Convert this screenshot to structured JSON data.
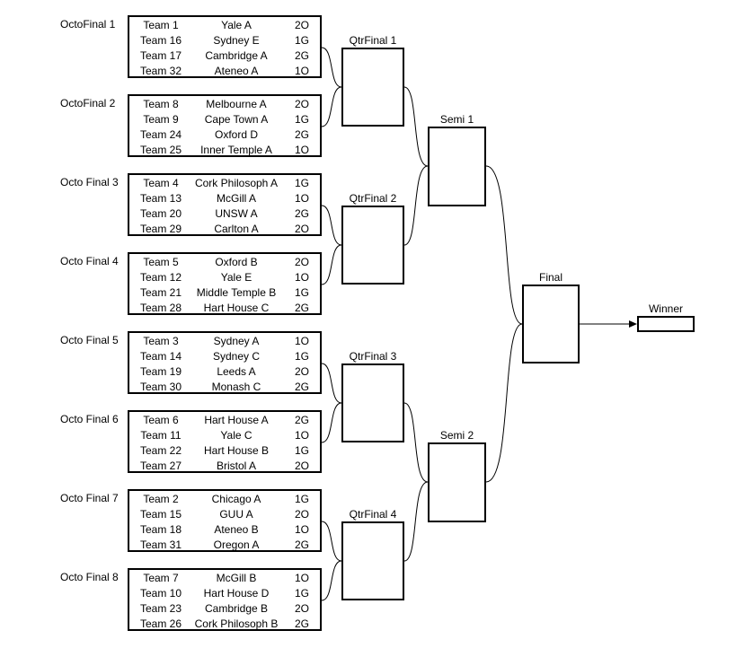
{
  "octofinals": [
    {
      "label": "OctoFinal 1",
      "rows": [
        {
          "team": "Team 1",
          "name": "Yale A",
          "pos": "2O"
        },
        {
          "team": "Team 16",
          "name": "Sydney E",
          "pos": "1G"
        },
        {
          "team": "Team 17",
          "name": "Cambridge A",
          "pos": "2G"
        },
        {
          "team": "Team 32",
          "name": "Ateneo A",
          "pos": "1O"
        }
      ]
    },
    {
      "label": "OctoFinal 2",
      "rows": [
        {
          "team": "Team 8",
          "name": "Melbourne A",
          "pos": "2O"
        },
        {
          "team": "Team 9",
          "name": "Cape Town A",
          "pos": "1G"
        },
        {
          "team": "Team 24",
          "name": "Oxford D",
          "pos": "2G"
        },
        {
          "team": "Team 25",
          "name": "Inner Temple A",
          "pos": "1O"
        }
      ]
    },
    {
      "label": "Octo Final 3",
      "rows": [
        {
          "team": "Team 4",
          "name": "Cork Philosoph A",
          "pos": "1G"
        },
        {
          "team": "Team 13",
          "name": "McGill A",
          "pos": "1O"
        },
        {
          "team": "Team 20",
          "name": "UNSW A",
          "pos": "2G"
        },
        {
          "team": "Team 29",
          "name": "Carlton A",
          "pos": "2O"
        }
      ]
    },
    {
      "label": "Octo Final 4",
      "rows": [
        {
          "team": "Team 5",
          "name": "Oxford B",
          "pos": "2O"
        },
        {
          "team": "Team 12",
          "name": "Yale E",
          "pos": "1O"
        },
        {
          "team": "Team 21",
          "name": "Middle Temple B",
          "pos": "1G"
        },
        {
          "team": "Team 28",
          "name": "Hart House C",
          "pos": "2G"
        }
      ]
    },
    {
      "label": "Octo Final 5",
      "rows": [
        {
          "team": "Team 3",
          "name": "Sydney A",
          "pos": "1O"
        },
        {
          "team": "Team 14",
          "name": "Sydney C",
          "pos": "1G"
        },
        {
          "team": "Team 19",
          "name": "Leeds A",
          "pos": "2O"
        },
        {
          "team": "Team 30",
          "name": "Monash C",
          "pos": "2G"
        }
      ]
    },
    {
      "label": "Octo Final 6",
      "rows": [
        {
          "team": "Team 6",
          "name": "Hart House A",
          "pos": "2G"
        },
        {
          "team": "Team 11",
          "name": "Yale C",
          "pos": "1O"
        },
        {
          "team": "Team 22",
          "name": "Hart House B",
          "pos": "1G"
        },
        {
          "team": "Team 27",
          "name": "Bristol A",
          "pos": "2O"
        }
      ]
    },
    {
      "label": "Octo Final 7",
      "rows": [
        {
          "team": "Team 2",
          "name": "Chicago A",
          "pos": "1G"
        },
        {
          "team": "Team 15",
          "name": "GUU A",
          "pos": "2O"
        },
        {
          "team": "Team 18",
          "name": "Ateneo B",
          "pos": "1O"
        },
        {
          "team": "Team 31",
          "name": "Oregon A",
          "pos": "2G"
        }
      ]
    },
    {
      "label": "Octo Final 8",
      "rows": [
        {
          "team": "Team 7",
          "name": "McGill B",
          "pos": "1O"
        },
        {
          "team": "Team 10",
          "name": "Hart House D",
          "pos": "1G"
        },
        {
          "team": "Team 23",
          "name": "Cambridge B",
          "pos": "2O"
        },
        {
          "team": "Team 26",
          "name": "Cork Philosoph B",
          "pos": "2G"
        }
      ]
    }
  ],
  "quarterfinals": [
    "QtrFinal 1",
    "QtrFinal 2",
    "QtrFinal 3",
    "QtrFinal 4"
  ],
  "semifinals": [
    "Semi 1",
    "Semi 2"
  ],
  "final": "Final",
  "winner": "Winner"
}
